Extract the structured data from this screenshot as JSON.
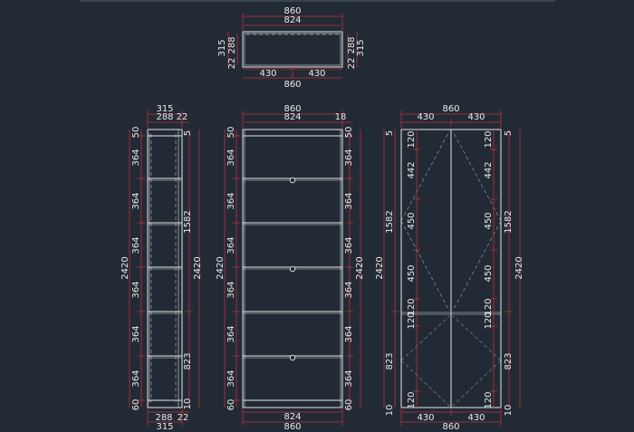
{
  "background": "#222b35",
  "colors": {
    "dimension": "#c0303a",
    "outline": "#e6e6e6",
    "text": "#e8e8e8"
  },
  "views": {
    "plan": {
      "top_overall": "860",
      "top_inner": "824",
      "left_depth": "315",
      "left_inner": "288",
      "left_small": "22",
      "right_depth": "315",
      "right_inner": "288",
      "right_small": "22",
      "bottom_left": "430",
      "bottom_right": "430",
      "bottom_overall": "860"
    },
    "side": {
      "top_overall": "315",
      "top_inner": "288",
      "top_small": "22",
      "left_segments": [
        "50",
        "364",
        "364",
        "364",
        "364",
        "364",
        "364",
        "60"
      ],
      "total": "2420",
      "upper": "1582",
      "lower": "823",
      "right_top": "5",
      "right_bottom": "10",
      "bottom_inner": "288",
      "bottom_small": "22",
      "bottom_overall": "315"
    },
    "front": {
      "top_overall": "860",
      "top_inner": "824",
      "top_side": "18",
      "left_segments": [
        "50",
        "364",
        "364",
        "364",
        "364",
        "364",
        "364",
        "60"
      ],
      "right_segments": [
        "50",
        "364",
        "364",
        "364",
        "364",
        "364",
        "364",
        "60"
      ],
      "total_left": "2420",
      "total_right": "2420",
      "bottom_inner": "824",
      "bottom_overall": "860"
    },
    "doors": {
      "top_overall": "860",
      "top_left": "430",
      "top_right": "430",
      "left_top": "5",
      "right_top": "5",
      "inner_left": [
        "120",
        "442",
        "450",
        "450",
        "120",
        "120"
      ],
      "inner_right": [
        "120",
        "442",
        "450",
        "450",
        "120",
        "120"
      ],
      "inner_bottom_left": "120",
      "inner_bottom_right": "120",
      "upper_left": "1582",
      "upper_right": "1582",
      "total_left": "2420",
      "total_right": "2420",
      "lower_left": "823",
      "lower_right": "823",
      "bottom_left_small": "10",
      "bottom_right_small": "10",
      "bottom_left": "430",
      "bottom_right": "430",
      "bottom_overall": "860"
    }
  }
}
